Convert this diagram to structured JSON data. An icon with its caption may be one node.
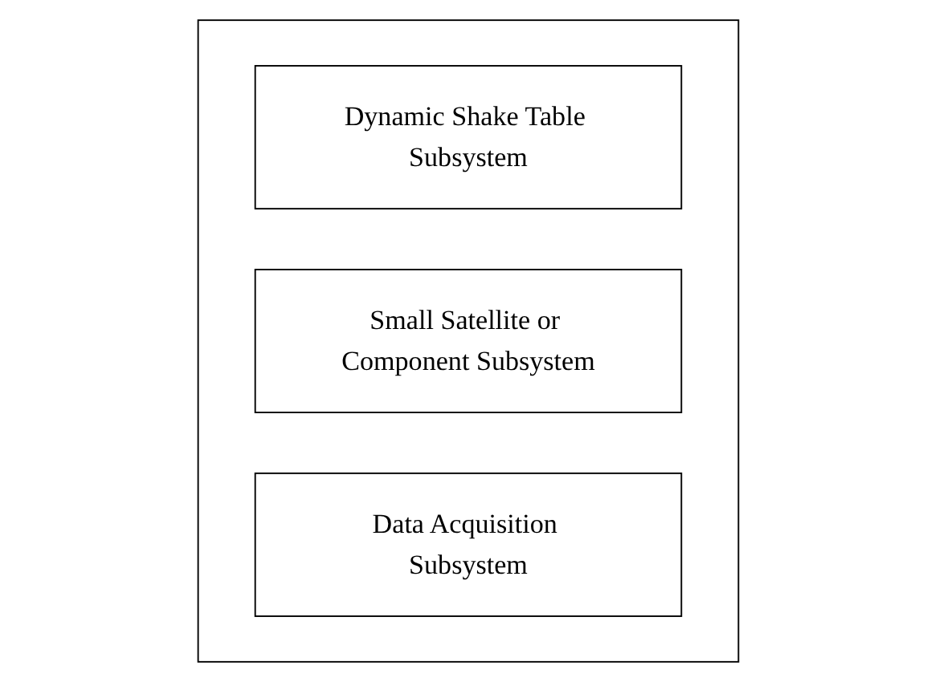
{
  "diagram": {
    "nodes": [
      {
        "text": [],
        "shape": "box"
      },
      {
        "text": [
          "Dynamic Shake Table Subsystem"
        ],
        "in": 0
      },
      {
        "text": [
          "Small Satellite or Component Subsystem"
        ],
        "in": 0
      },
      {
        "text": [
          "Data Acquisition Subsystem"
        ],
        "in": 0
      }
    ]
  }
}
